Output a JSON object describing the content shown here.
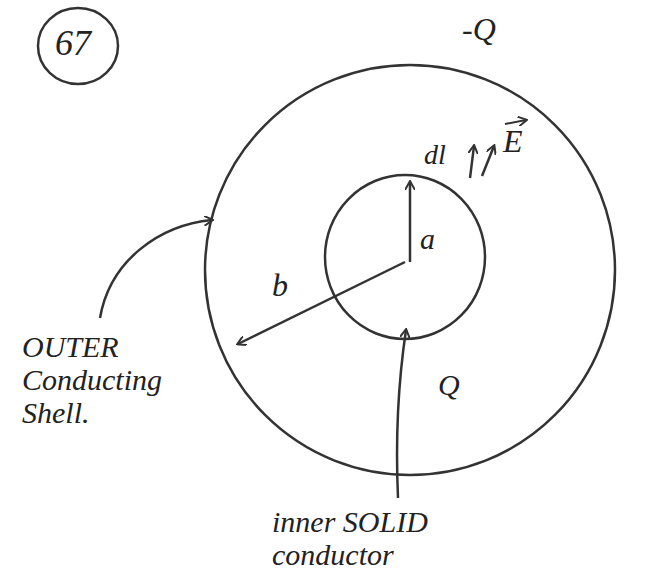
{
  "diagram": {
    "labels": [
      "67",
      "-Q",
      "dl",
      "E",
      "a",
      "b",
      "Q",
      "OUTER Conducting Shell.",
      "inner SOLID conductor"
    ]
  }
}
